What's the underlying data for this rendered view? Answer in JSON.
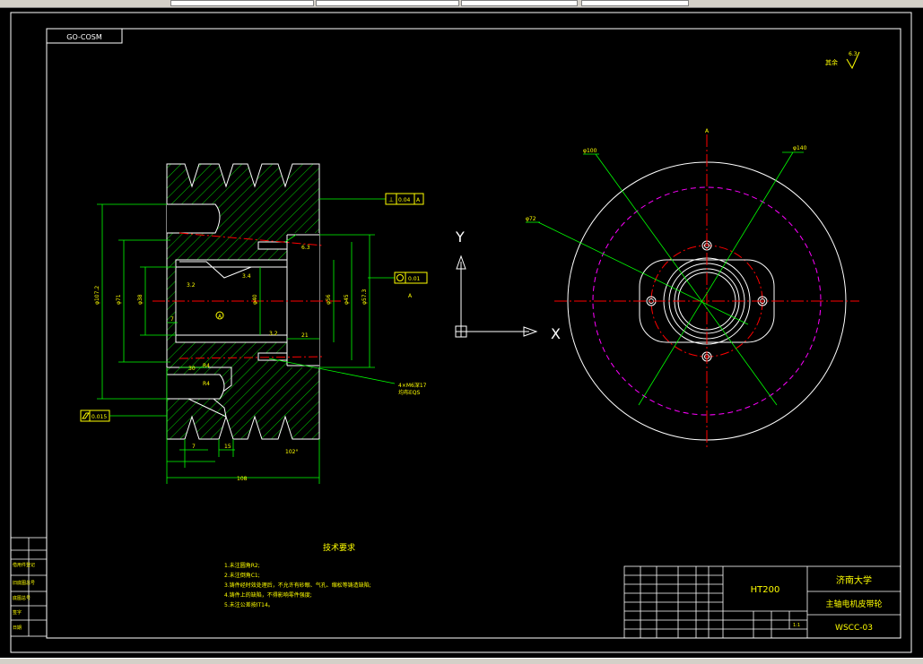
{
  "drawing": {
    "drawing_code_box": "GO-COSM",
    "surface_roughness_other": "其余",
    "roughness_symbol_value": "6.3",
    "section_dims": {
      "d_outer": "φ107.2",
      "d_a": "φ71",
      "d_b": "φ38",
      "d_c": "φ40",
      "d_d": "φ56",
      "d_e": "φ45",
      "d_f": "φ57.3",
      "len_7": "7",
      "len_21": "21",
      "len_30": "30",
      "len_7b": "7",
      "len_15": "15",
      "len_total": "108",
      "r1": "R4",
      "r2": "R4",
      "angle": "102°",
      "rough1": "3.2",
      "rough2": "6.3",
      "rough3": "3.2",
      "dim_34": "3.4",
      "thread": "4×M6深17",
      "thread2": "均布EQS"
    },
    "tolerances": {
      "perp_value": "0.04",
      "perp_datum": "A",
      "round_value": "0.01",
      "flat_value": "0.015",
      "datum_label": "A"
    },
    "axis": {
      "y": "Y",
      "x": "X"
    },
    "front_dims": {
      "d1": "φ100",
      "d2": "φ140",
      "d3": "φ72",
      "top_mark": "A"
    },
    "tech_req": {
      "title": "技术要求",
      "items": [
        "1.未注圆角R2;",
        "2.未注倒角C1;",
        "3.铸件经时效处理后，不允许有砂眼、气孔、缩松等铸造缺陷;",
        "4.铸件上的缺陷，不得影响零件强度;",
        "5.未注公差按IT14。"
      ]
    },
    "title_block": {
      "material": "HT200",
      "school": "济南大学",
      "part_name": "主轴电机皮带轮",
      "drawing_no": "WSCC-03",
      "scale": "1:1"
    },
    "side_table": [
      "借用件登记",
      "旧底图总号",
      "底图总号",
      "签字",
      "日期"
    ]
  },
  "colors": {
    "outline": "#ffffff",
    "dimension": "#00ff00",
    "center": "#ff0000",
    "hidden": "#ff00ff",
    "hatch": "#00ff00",
    "text": "#ffff00"
  }
}
